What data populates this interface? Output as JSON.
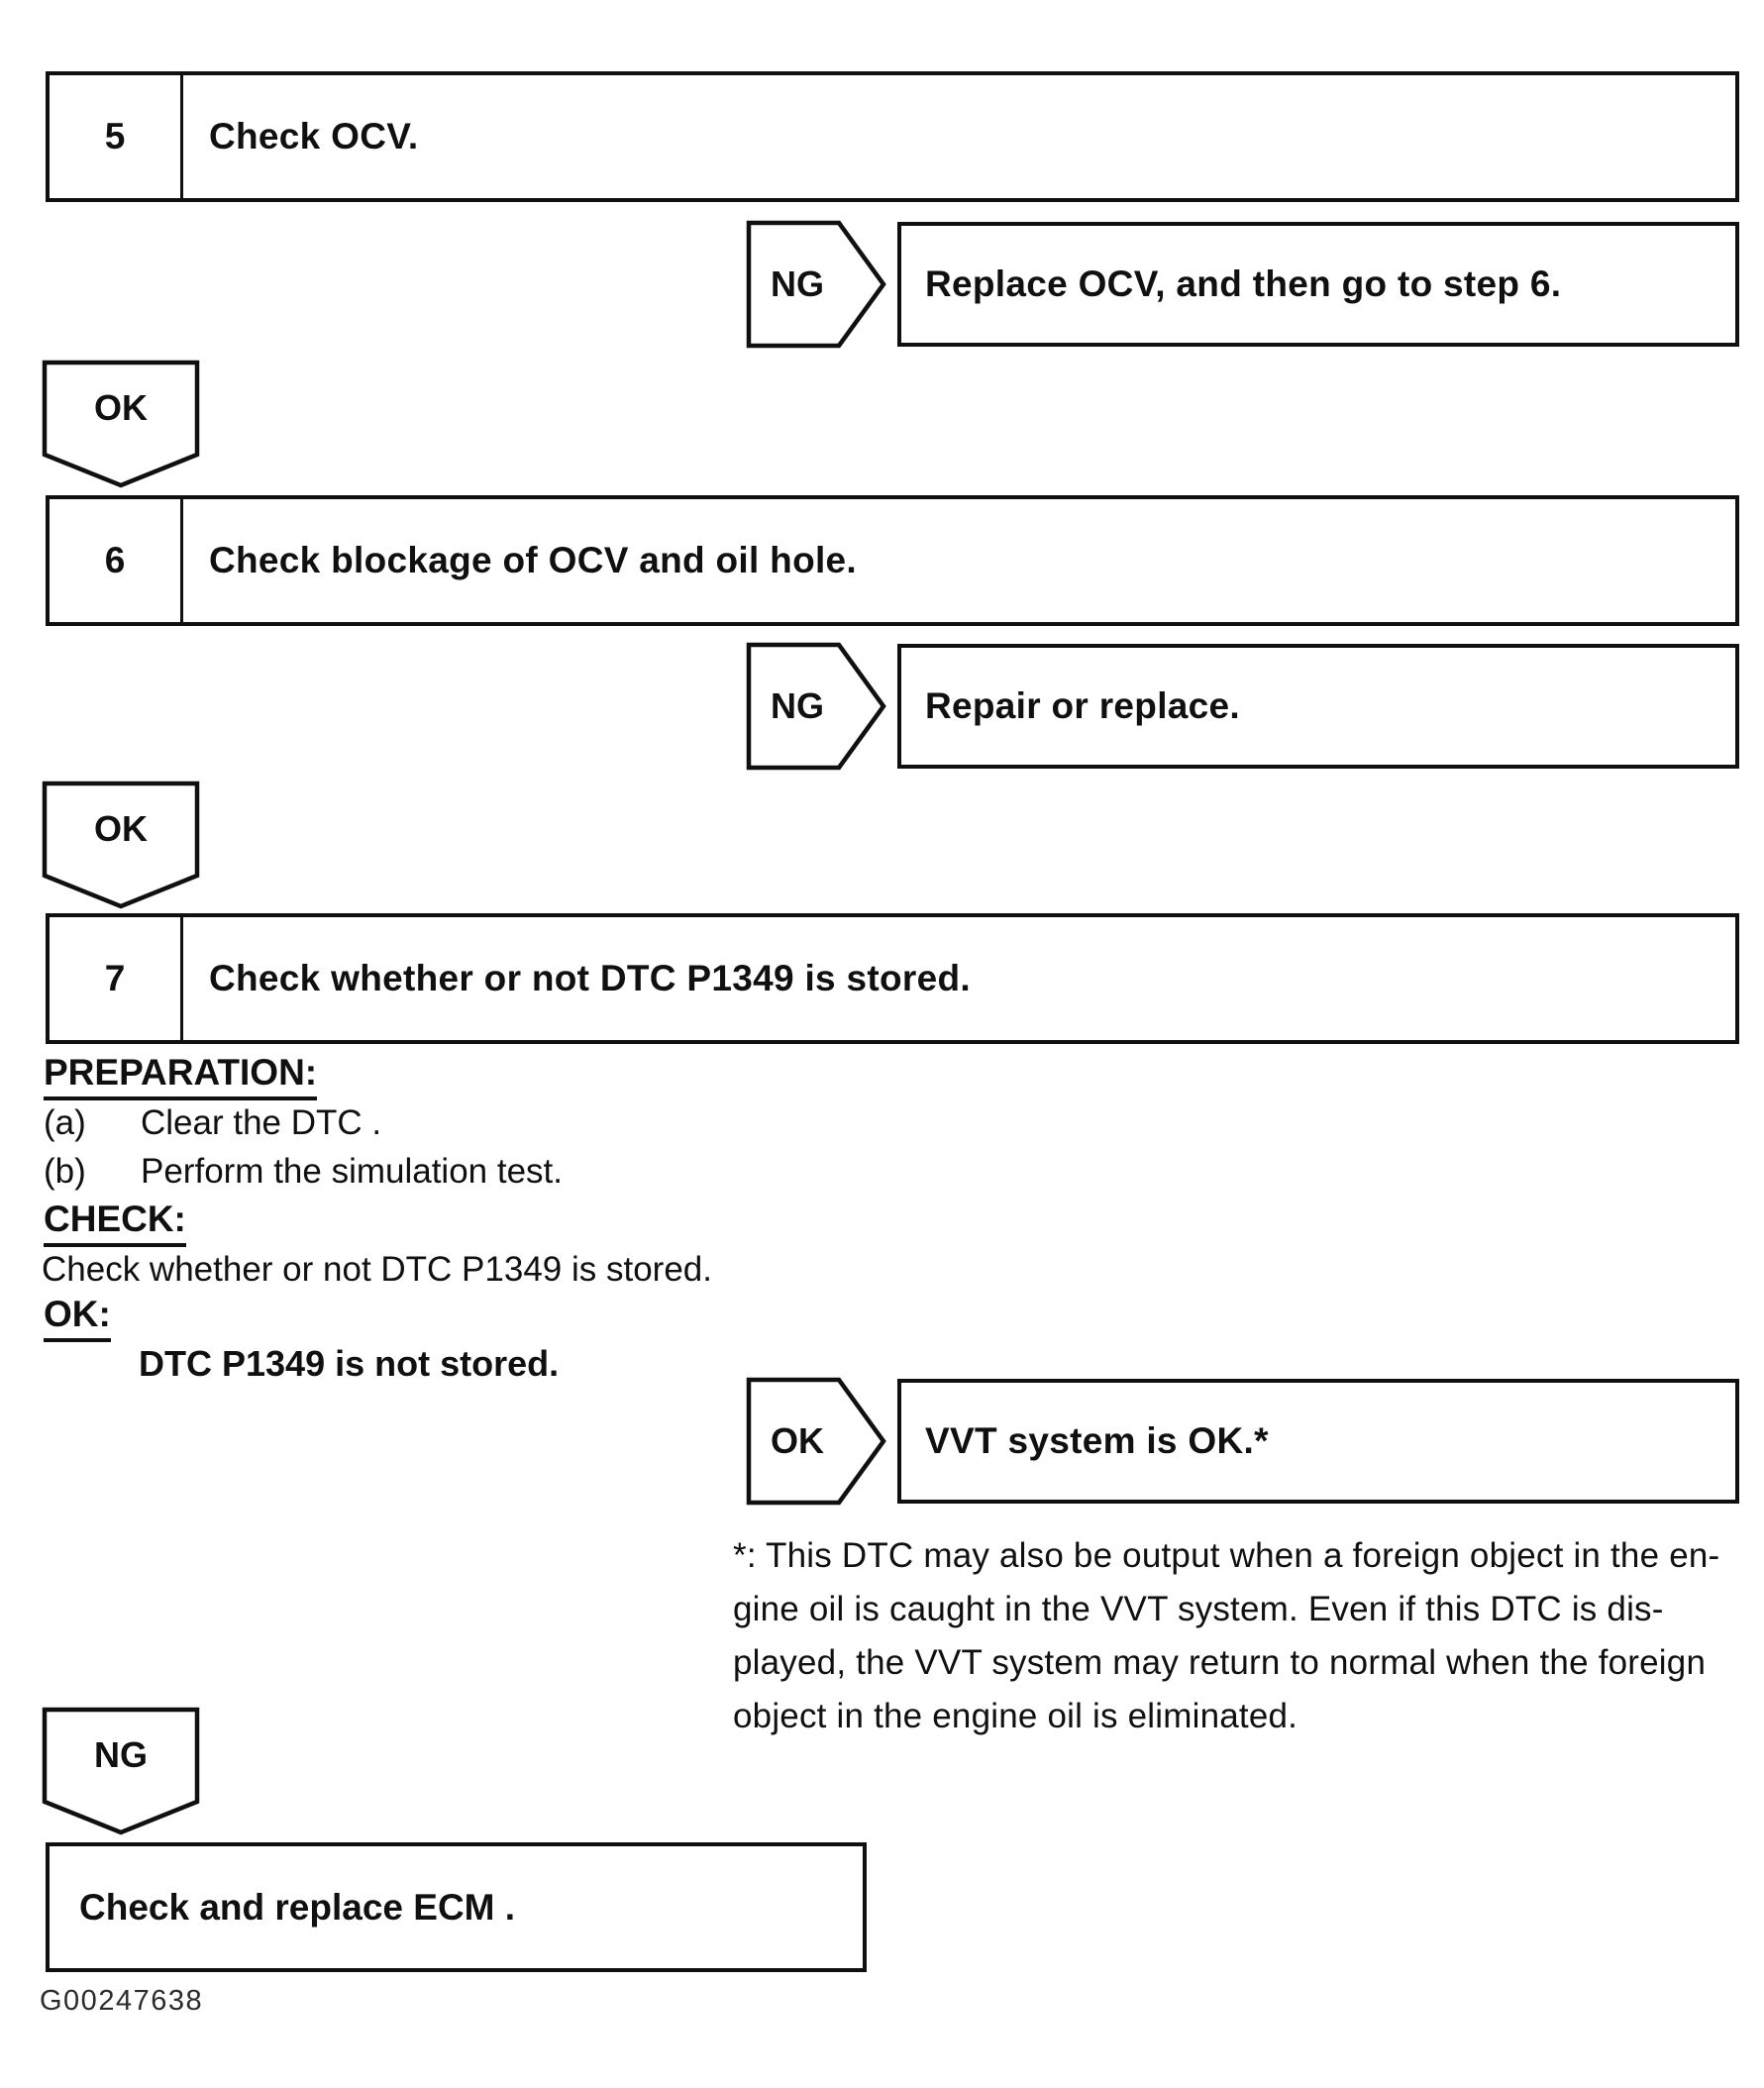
{
  "page": {
    "background": "#ffffff",
    "ink_color": "#101010",
    "figure_id": "G00247638"
  },
  "flow": {
    "steps": [
      {
        "number": "5",
        "title": "Check OCV."
      },
      {
        "number": "6",
        "title": "Check blockage of OCV and oil hole."
      },
      {
        "number": "7",
        "title": "Check whether or not DTC P1349 is stored."
      }
    ],
    "branches": [
      {
        "tag": "NG",
        "result": "Replace OCV, and then go to step 6."
      },
      {
        "tag": "NG",
        "result": "Repair or replace."
      },
      {
        "tag": "OK",
        "result": "VVT system is OK.*"
      }
    ],
    "connectors": [
      {
        "label": "OK"
      },
      {
        "label": "OK"
      },
      {
        "label": "NG"
      }
    ],
    "terminal_box": {
      "title": "Check and replace ECM ."
    },
    "footnote": "*: This DTC may also be output when a foreign object in the en-\ngine oil is caught in the VVT system. Even if this DTC is dis-\nplayed, the VVT system may return to normal when the foreign\nobject in the engine oil is eliminated."
  },
  "step7_details": {
    "preparation_heading": "PREPARATION:",
    "preparation_items": [
      {
        "label": "(a)",
        "text": "Clear the DTC ."
      },
      {
        "label": "(b)",
        "text": "Perform the simulation test."
      }
    ],
    "check_heading": "CHECK:",
    "check_text": "Check whether or not DTC P1349 is stored.",
    "ok_heading": "OK:",
    "ok_text": "DTC P1349 is not stored."
  }
}
